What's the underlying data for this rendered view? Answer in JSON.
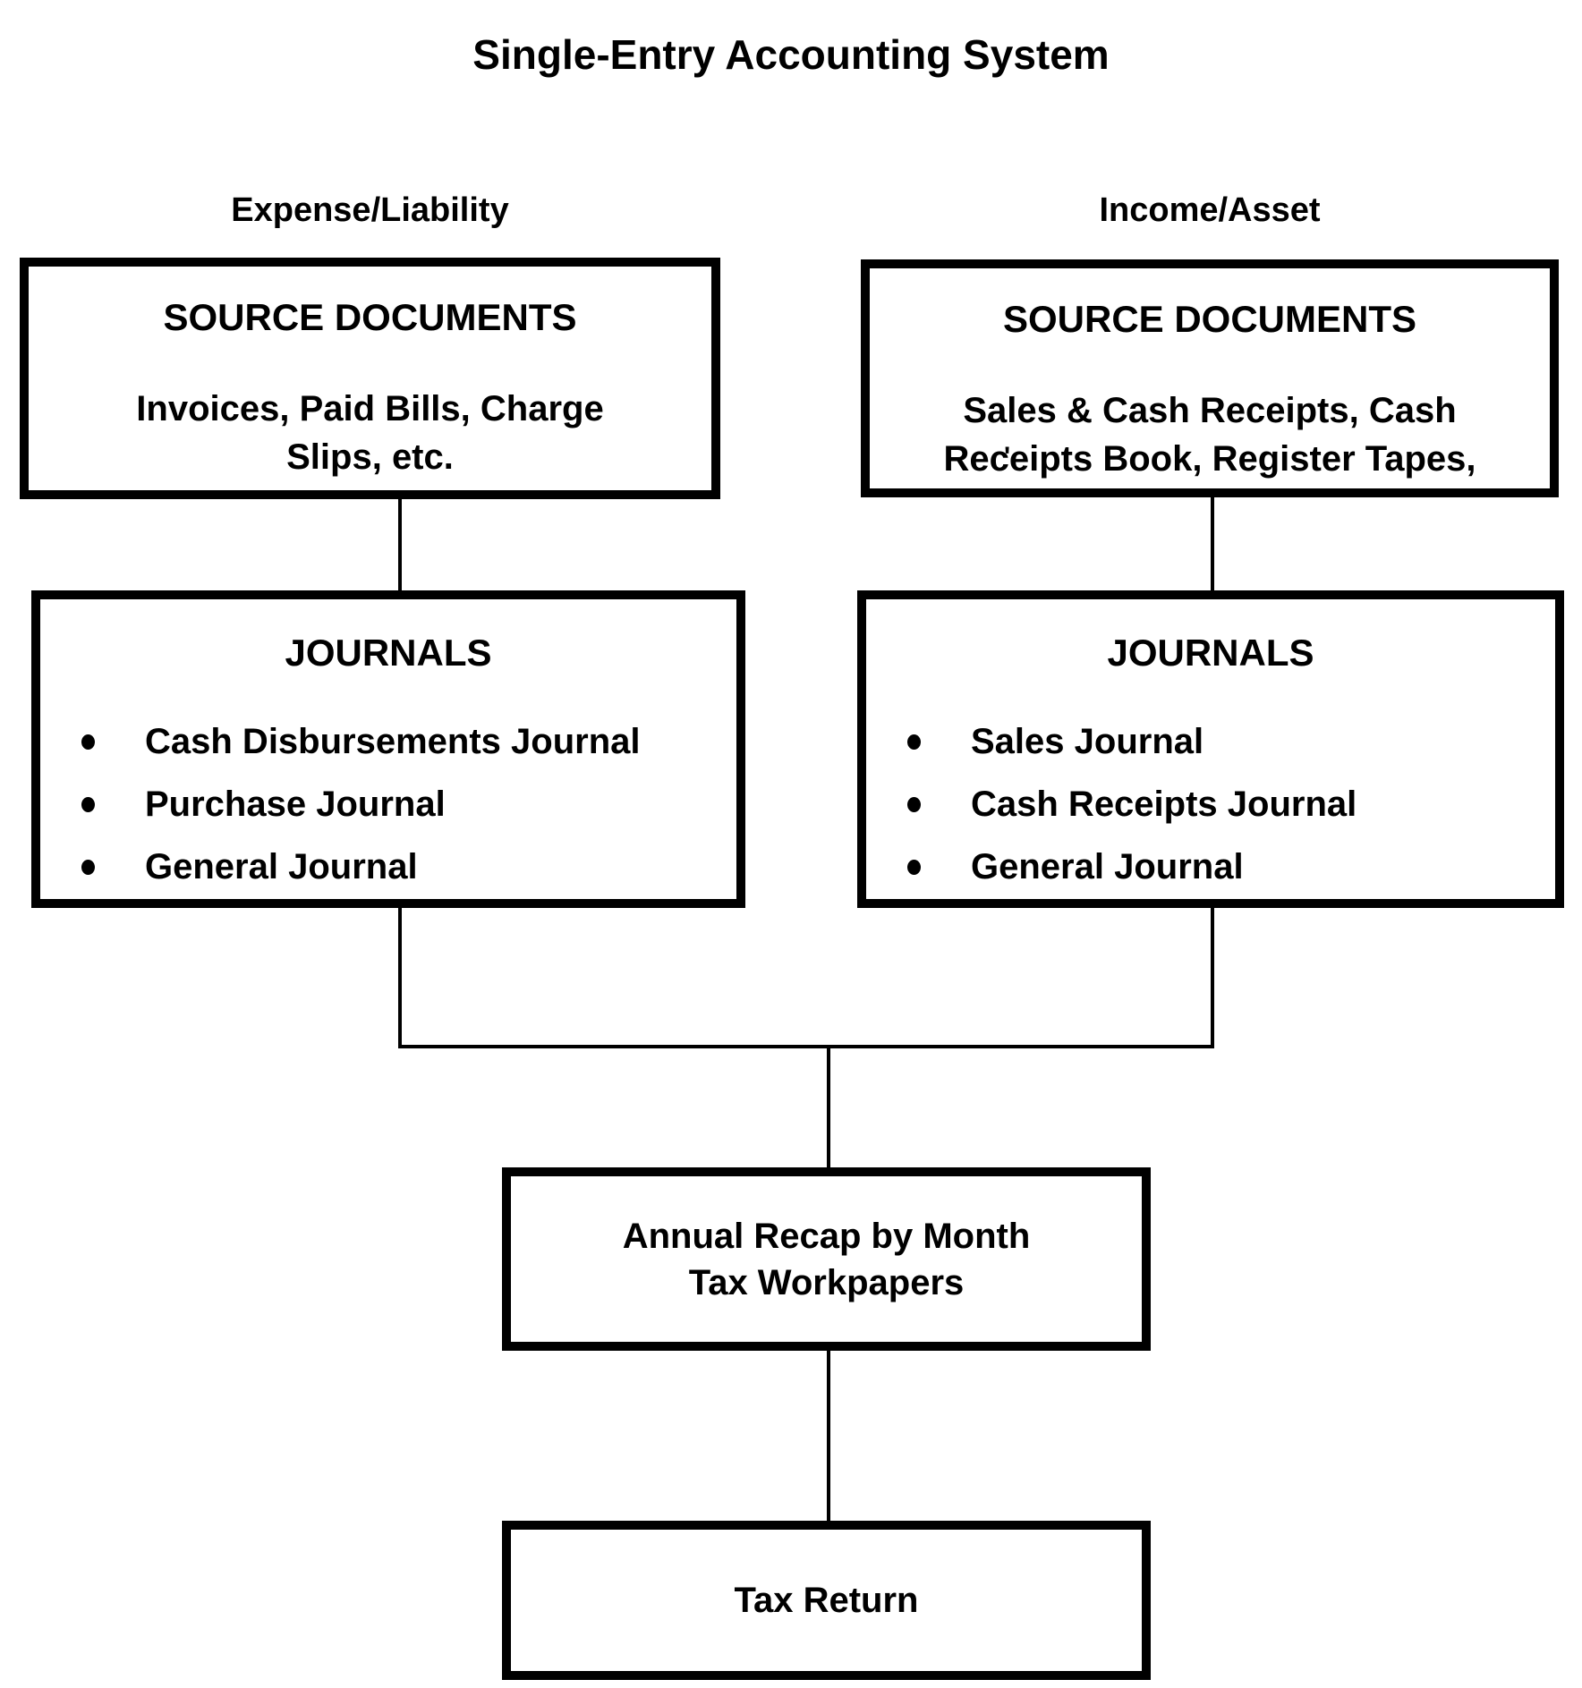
{
  "title": "Single-Entry Accounting System",
  "left_column": {
    "header": "Expense/Liability",
    "source_box": {
      "heading": "SOURCE DOCUMENTS",
      "line1": "Invoices, Paid Bills, Charge",
      "line2": "Slips, etc."
    },
    "journals_box": {
      "heading": "JOURNALS",
      "items": [
        "Cash Disbursements Journal",
        "Purchase Journal",
        "General Journal"
      ]
    }
  },
  "right_column": {
    "header": "Income/Asset",
    "source_box": {
      "heading": "SOURCE DOCUMENTS",
      "line1": "Sales & Cash Receipts, Cash",
      "line2": "Receipts Book, Register Tapes,",
      "stray_mark": "'"
    },
    "journals_box": {
      "heading": "JOURNALS",
      "items": [
        "Sales Journal",
        "Cash Receipts Journal",
        "General Journal"
      ]
    }
  },
  "recap_box": {
    "line1": "Annual Recap by Month",
    "line2": "Tax Workpapers"
  },
  "tax_box": {
    "label": "Tax Return"
  },
  "colors": {
    "background": "#ffffff",
    "ink": "#000000"
  }
}
